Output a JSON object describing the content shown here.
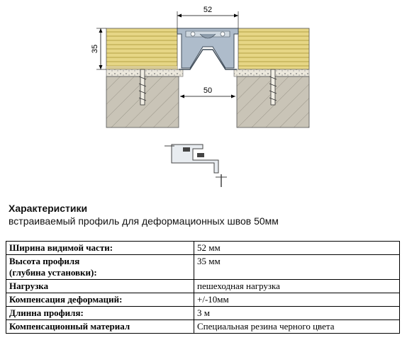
{
  "drawing": {
    "dim_top": "52",
    "dim_left": "35",
    "dim_bottom": "50"
  },
  "caption": {
    "title": "Характеристики",
    "subtitle": "встраиваемый профиль для деформационных швов 50мм"
  },
  "specs": [
    {
      "key": "Ширина видимой части:",
      "key2": "",
      "value": "52 мм"
    },
    {
      "key": "Высота профиля",
      "key2": "(глубина установки):",
      "value": "35 мм"
    },
    {
      "key": "Нагрузка",
      "key2": "",
      "value": "пешеходная нагрузка"
    },
    {
      "key": "Компенсация деформаций:",
      "key2": "",
      "value": "+/-10мм"
    },
    {
      "key": "Длинна профиля:",
      "key2": "",
      "value": "3 м"
    },
    {
      "key": "Компенсационный материал",
      "key2": "",
      "value": "Специальная резина черного цвета"
    }
  ],
  "colors": {
    "tile": "#e8d98a",
    "tile_stripe": "#b9a64a",
    "concrete": "#c9c4b6",
    "profile": "#a9b8c6",
    "gravel": "#ece8de"
  }
}
